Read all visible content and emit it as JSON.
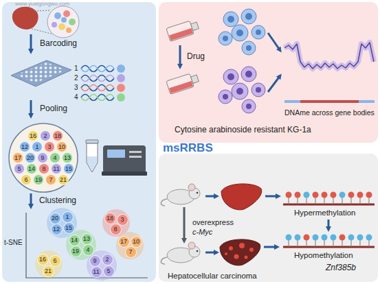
{
  "diagram": {
    "nodes": [
      {
        "text": [
          "16"
        ]
      },
      {
        "text": [
          "2"
        ]
      },
      {
        "text": [
          "18"
        ]
      },
      {
        "text": [
          "12"
        ]
      },
      {
        "text": [
          "1"
        ]
      },
      {
        "text": [
          "3"
        ]
      },
      {
        "text": [
          "10"
        ]
      },
      {
        "text": [
          "17"
        ]
      },
      {
        "text": [
          "20"
        ]
      },
      {
        "text": [
          "9"
        ]
      },
      {
        "text": [
          "4"
        ]
      },
      {
        "text": [
          "13"
        ]
      },
      {
        "text": [
          "5"
        ]
      },
      {
        "text": [
          "14"
        ]
      },
      {
        "text": [
          "8"
        ]
      },
      {
        "text": [
          "11"
        ]
      },
      {
        "text": [
          "15"
        ]
      },
      {
        "text": [
          "6"
        ]
      },
      {
        "text": [
          "19"
        ]
      },
      {
        "text": [
          "7"
        ]
      },
      {
        "text": [
          "21"
        ]
      },
      {
        "text": [
          "20"
        ]
      },
      {
        "text": [
          "1"
        ]
      },
      {
        "text": [
          "12"
        ]
      },
      {
        "text": [
          "15"
        ]
      },
      {
        "text": [
          "18"
        ]
      },
      {
        "text": [
          "3"
        ]
      },
      {
        "text": [
          "8"
        ]
      },
      {
        "text": [
          "14"
        ]
      },
      {
        "text": [
          "13"
        ]
      },
      {
        "text": [
          "19"
        ]
      },
      {
        "text": [
          "4"
        ]
      },
      {
        "text": [
          "17"
        ]
      },
      {
        "text": [
          "10"
        ]
      },
      {
        "text": [
          "7"
        ]
      },
      {
        "text": [
          "16"
        ]
      },
      {
        "text": [
          "6"
        ]
      },
      {
        "text": [
          "21"
        ]
      },
      {
        "text": [
          "9"
        ]
      },
      {
        "text": [
          "2"
        ]
      },
      {
        "text": [
          "11"
        ]
      },
      {
        "text": [
          "5"
        ]
      }
    ],
    "labels": [
      "www.yuaigongwu.com",
      "Barcoding",
      "1",
      "2",
      "3",
      "4",
      "Pooling",
      "Clustering",
      "t-SNE",
      "Drug",
      "DNAme across gene bodies",
      "Cytosine arabinoside resistant KG-1a",
      "msRRBS",
      "overexpress",
      "c-Myc",
      "Hepatocellular carcinoma",
      "Hypermethylation",
      "Hypomethylation",
      "Znf385b"
    ]
  }
}
